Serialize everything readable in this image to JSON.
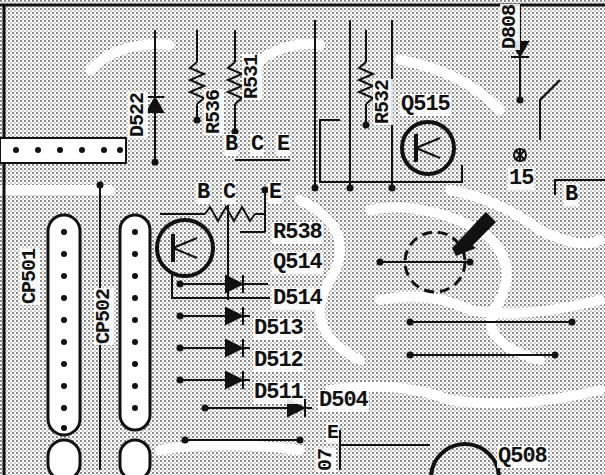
{
  "diagram": {
    "labels": [
      "D522",
      "R536",
      "R531",
      "R532",
      "D808",
      "Q515",
      "B",
      "C",
      "E",
      "15",
      "B",
      "B",
      "C",
      "E",
      "CP501",
      "CP502",
      "R538",
      "Q514",
      "D514",
      "D513",
      "D512",
      "D511",
      "D504",
      "E",
      "07",
      "Q508"
    ]
  }
}
